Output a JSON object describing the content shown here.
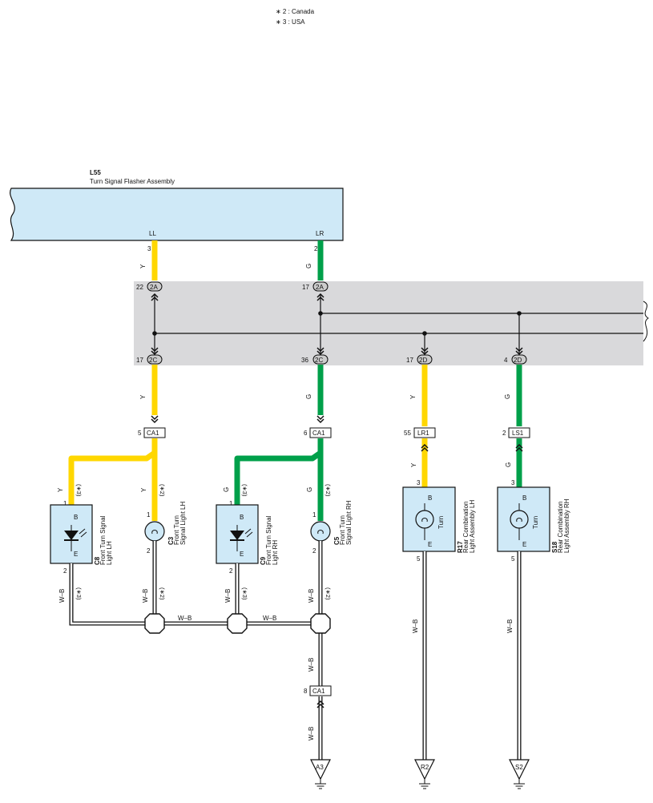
{
  "notes": [
    "∗ 2 : Canada",
    "∗ 3 : USA"
  ],
  "flasher": {
    "code": "L55",
    "name": "Turn Signal Flasher Assembly",
    "pin_ll_label": "LL",
    "pin_lr_label": "LR",
    "pin_ll_no": "3",
    "pin_lr_no": "2"
  },
  "junction": {
    "top_left": {
      "pin": "22",
      "name": "2A"
    },
    "top_right": {
      "pin": "17",
      "name": "2A"
    },
    "bottom": [
      {
        "pin": "17",
        "name": "2C"
      },
      {
        "pin": "36",
        "name": "2C"
      },
      {
        "pin": "17",
        "name": "2D"
      },
      {
        "pin": "4",
        "name": "2D"
      }
    ]
  },
  "wires": {
    "y": "Y",
    "g": "G",
    "wb": "W–B",
    "star2": "(∗2)",
    "star3": "(∗3)"
  },
  "connectors": [
    {
      "pin": "5",
      "name": "CA1"
    },
    {
      "pin": "6",
      "name": "CA1"
    },
    {
      "pin": "55",
      "name": "LR1"
    },
    {
      "pin": "2",
      "name": "LS1"
    },
    {
      "pin": "8",
      "name": "CA1"
    }
  ],
  "components": {
    "c8": {
      "code": "C8",
      "line1": "Front Turn Signal",
      "line2": "Light LH",
      "pin_top": "1",
      "pin_bottom": "2",
      "b": "B",
      "e": "E"
    },
    "c3": {
      "code": "C3",
      "line1": "Front Turn",
      "line2": "Signal Light LH",
      "pin_top": "1",
      "pin_bottom": "2"
    },
    "c9": {
      "code": "C9",
      "line1": "Front Turn Signal",
      "line2": "Light RH",
      "pin_top": "1",
      "pin_bottom": "2",
      "b": "B",
      "e": "E"
    },
    "c5": {
      "code": "C5",
      "line1": "Front Turn",
      "line2": "Signal Light RH",
      "pin_top": "1",
      "pin_bottom": "2"
    },
    "r17": {
      "code": "R17",
      "line1": "Rear Combination",
      "line2": "Light Assembly LH",
      "pin_top": "3",
      "pin_bottom": "5",
      "b": "B",
      "e": "E",
      "turn": "Turn"
    },
    "s18": {
      "code": "S18",
      "line1": "Rear Combination",
      "line2": "Light Assembly RH",
      "pin_top": "3",
      "pin_bottom": "5",
      "b": "B",
      "e": "E",
      "turn": "Turn"
    }
  },
  "grounds": [
    "A3",
    "R2",
    "S2"
  ],
  "colors": {
    "yellow": "#ffd700",
    "green": "#00a04a",
    "box": "#cfe9f7",
    "panel": "#d9d9db"
  }
}
